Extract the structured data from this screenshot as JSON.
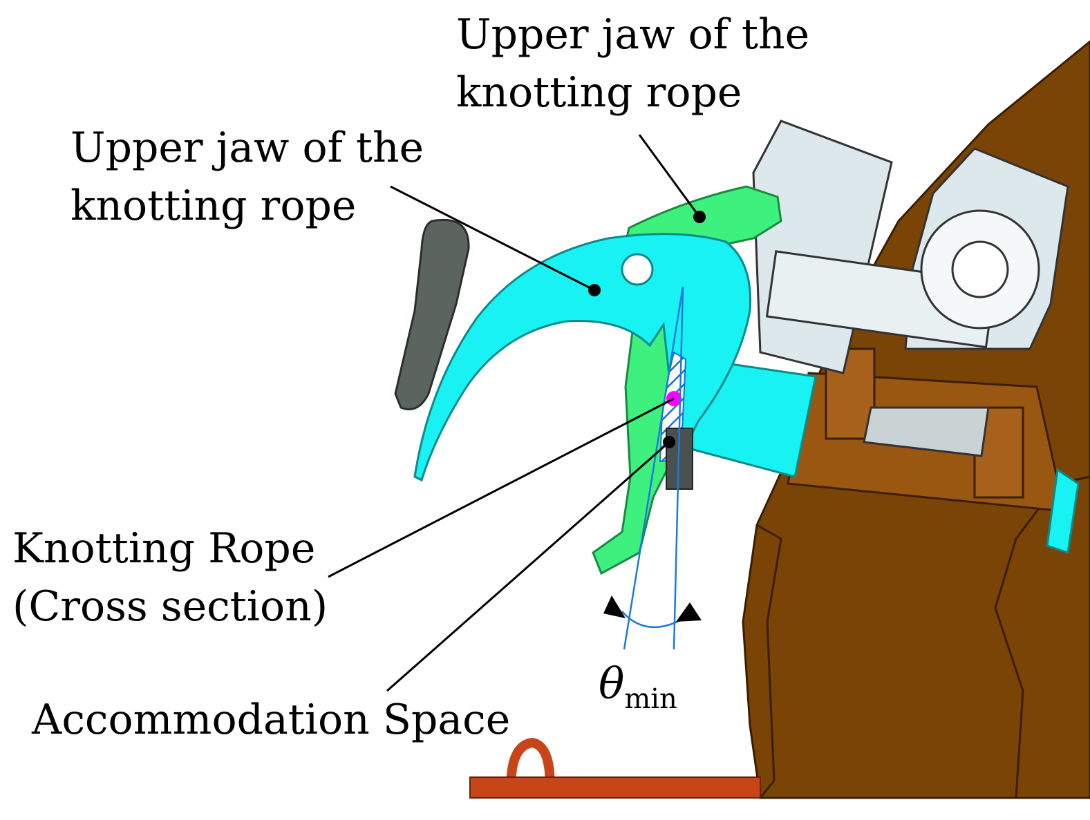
{
  "labels": {
    "upper_jaw_top": [
      "Upper jaw of the",
      "knotting rope"
    ],
    "upper_jaw_left": [
      "Upper jaw of the",
      "knotting rope"
    ],
    "knotting_rope": [
      "Knotting Rope",
      "(Cross section)"
    ],
    "accommodation_space": "Accommodation Space",
    "theta_symbol": "θ",
    "theta_subscript": "min"
  },
  "colors": {
    "upper_jaw_cyan": "#19f2f2",
    "lower_jaw_green": "#3ef07e",
    "frame_brown": "#7a4406",
    "bracket_silver": "#dce8ec",
    "rope_marker": "#ff00ff",
    "angle_lines": "#1a7bd6",
    "handle_gray": "#5c6460"
  }
}
